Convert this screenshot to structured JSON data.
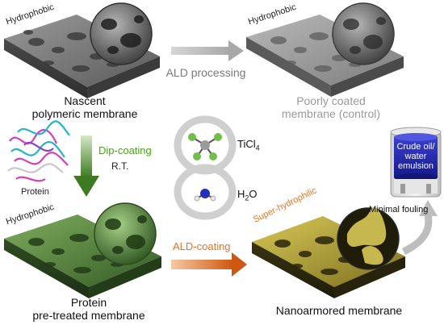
{
  "top_left": {
    "tag": "Hydrophobic",
    "caption_line1": "Nascent",
    "caption_line2": "polymeric membrane"
  },
  "top_right": {
    "tag": "Hydrophobic",
    "caption_line1": "Poorly coated",
    "caption_line2": "membrane (control)"
  },
  "ald_processing": "ALD processing",
  "dip": {
    "label": "Dip-coating",
    "condition": "R.T.",
    "protein_label": "Protein"
  },
  "precursors": {
    "ticl4_main": "TiCl",
    "ticl4_sub": "4",
    "h2o_main": "H",
    "h2o_sub": "2",
    "h2o_end": "O"
  },
  "bottom_left": {
    "tag": "Hydrophobic",
    "caption_line1": "Protein",
    "caption_line2": "pre-treated membrane"
  },
  "ald_coating": "ALD-coating",
  "bottom_right": {
    "tag": "Super-hydrophilic",
    "caption": "Nanoarmored membrane"
  },
  "beaker": {
    "line1": "Crude oil/",
    "line2": "water",
    "line3": "emulsion"
  },
  "minimal_fouling": "Minimal fouling",
  "colors": {
    "membrane_gray": "#6f6f6f",
    "membrane_green": "#4f7a3a",
    "membrane_gold": "#b3a23a",
    "arrow_gray": "#b8b8b8",
    "arrow_green": "#4e8a2c",
    "arrow_orange": "#d8661c"
  }
}
